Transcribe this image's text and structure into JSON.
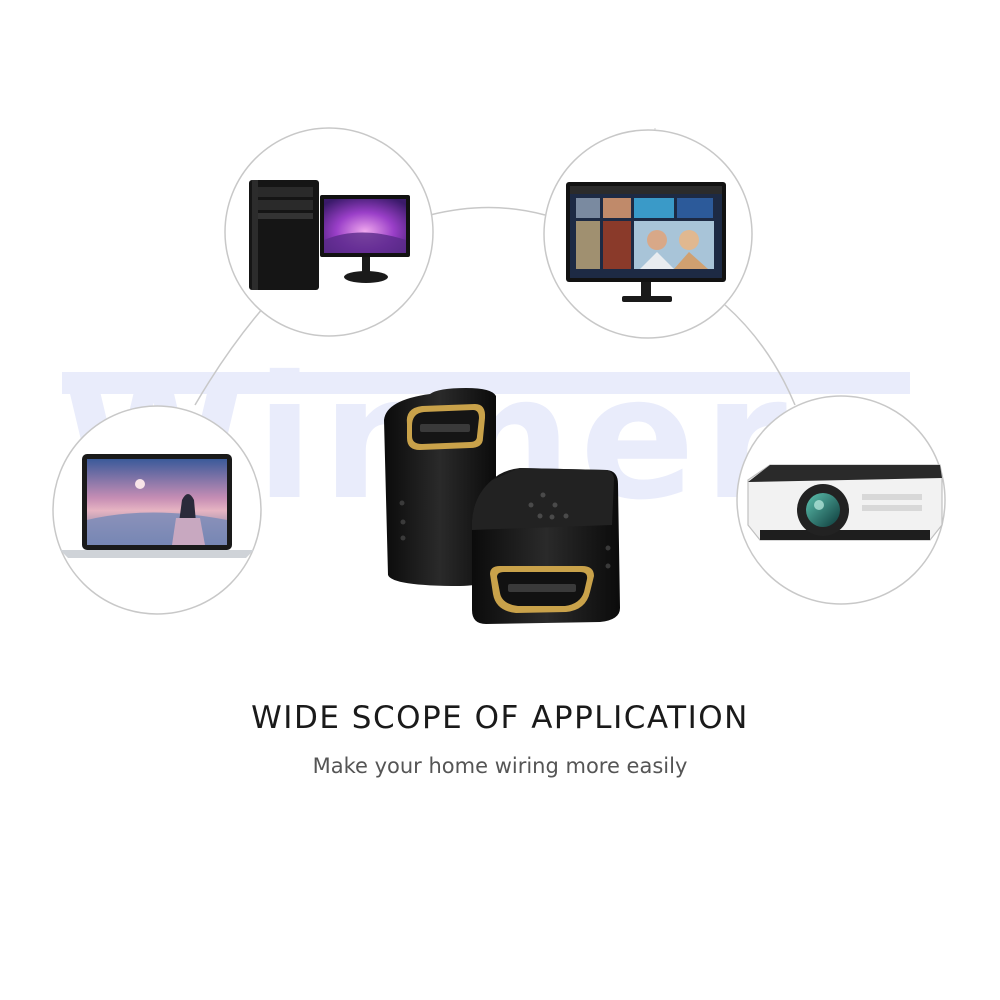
{
  "watermark": {
    "text": "Winner",
    "color": "#e9ecfb"
  },
  "headline": "WIDE SCOPE OF APPLICATION",
  "subline": "Make your home wiring more easily",
  "devices": [
    {
      "name": "desktop-pc",
      "icon": "desktop-computer-icon"
    },
    {
      "name": "monitor",
      "icon": "monitor-icon"
    },
    {
      "name": "laptop",
      "icon": "laptop-icon"
    },
    {
      "name": "projector",
      "icon": "projector-icon"
    }
  ],
  "product": {
    "name": "hdmi-female-coupler",
    "icon": "hdmi-coupler-icon",
    "port_color": "#c9a24a"
  }
}
